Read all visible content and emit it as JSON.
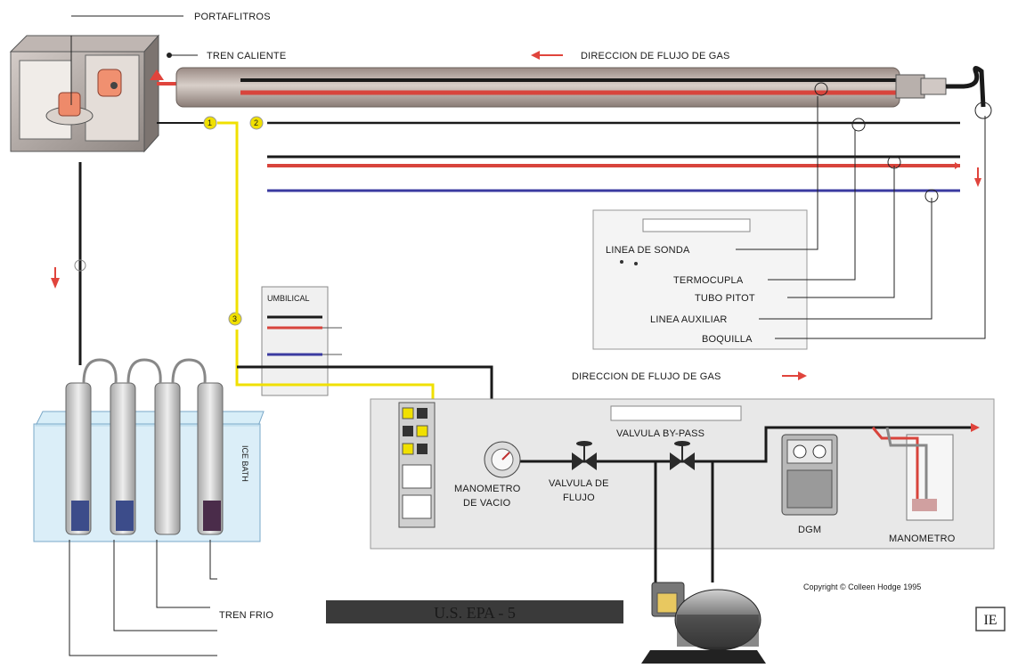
{
  "labels": {
    "portafiltros": "PORTAFLITROS",
    "tren_caliente": "TREN CALIENTE",
    "direccion_flujo_top": "DIRECCION DE FLUJO DE GAS",
    "direccion_flujo_mid": "DIRECCION DE FLUJO DE GAS",
    "linea_sonda": "LINEA DE SONDA",
    "termocupla": "TERMOCUPLA",
    "tubo_pitot": "TUBO PITOT",
    "linea_auxiliar": "LINEA AUXILIAR",
    "boquilla": "BOQUILLA",
    "valvula_bypass": "VALVULA BY-PASS",
    "manometro_vacio_1": "MANOMETRO",
    "manometro_vacio_2": "DE VACIO",
    "valvula_flujo_1": "VALVULA DE",
    "valvula_flujo_2": "FLUJO",
    "dgm": "DGM",
    "manometro": "MANOMETRO",
    "tren_frio": "TREN FRIO",
    "ice_bath": "ICE BATH",
    "umbilical": "UMBILICAL",
    "copyright": "Copyright © Colleen Hodge 1995",
    "logo": "IE"
  },
  "banner": {
    "title": "U.S. EPA - 5"
  },
  "markers": [
    "1",
    "2",
    "3"
  ],
  "colors": {
    "black_line": "#1a1a1a",
    "red_line": "#d8443c",
    "blue_line": "#3a3aa0",
    "yellow_line": "#f0e000",
    "arrow_red": "#e0443c",
    "banner_bg": "#3a3a3a",
    "banner_text": "#ffffff",
    "ice_bath": "#cfe8f5",
    "panel_bg": "#e8e8e8"
  }
}
